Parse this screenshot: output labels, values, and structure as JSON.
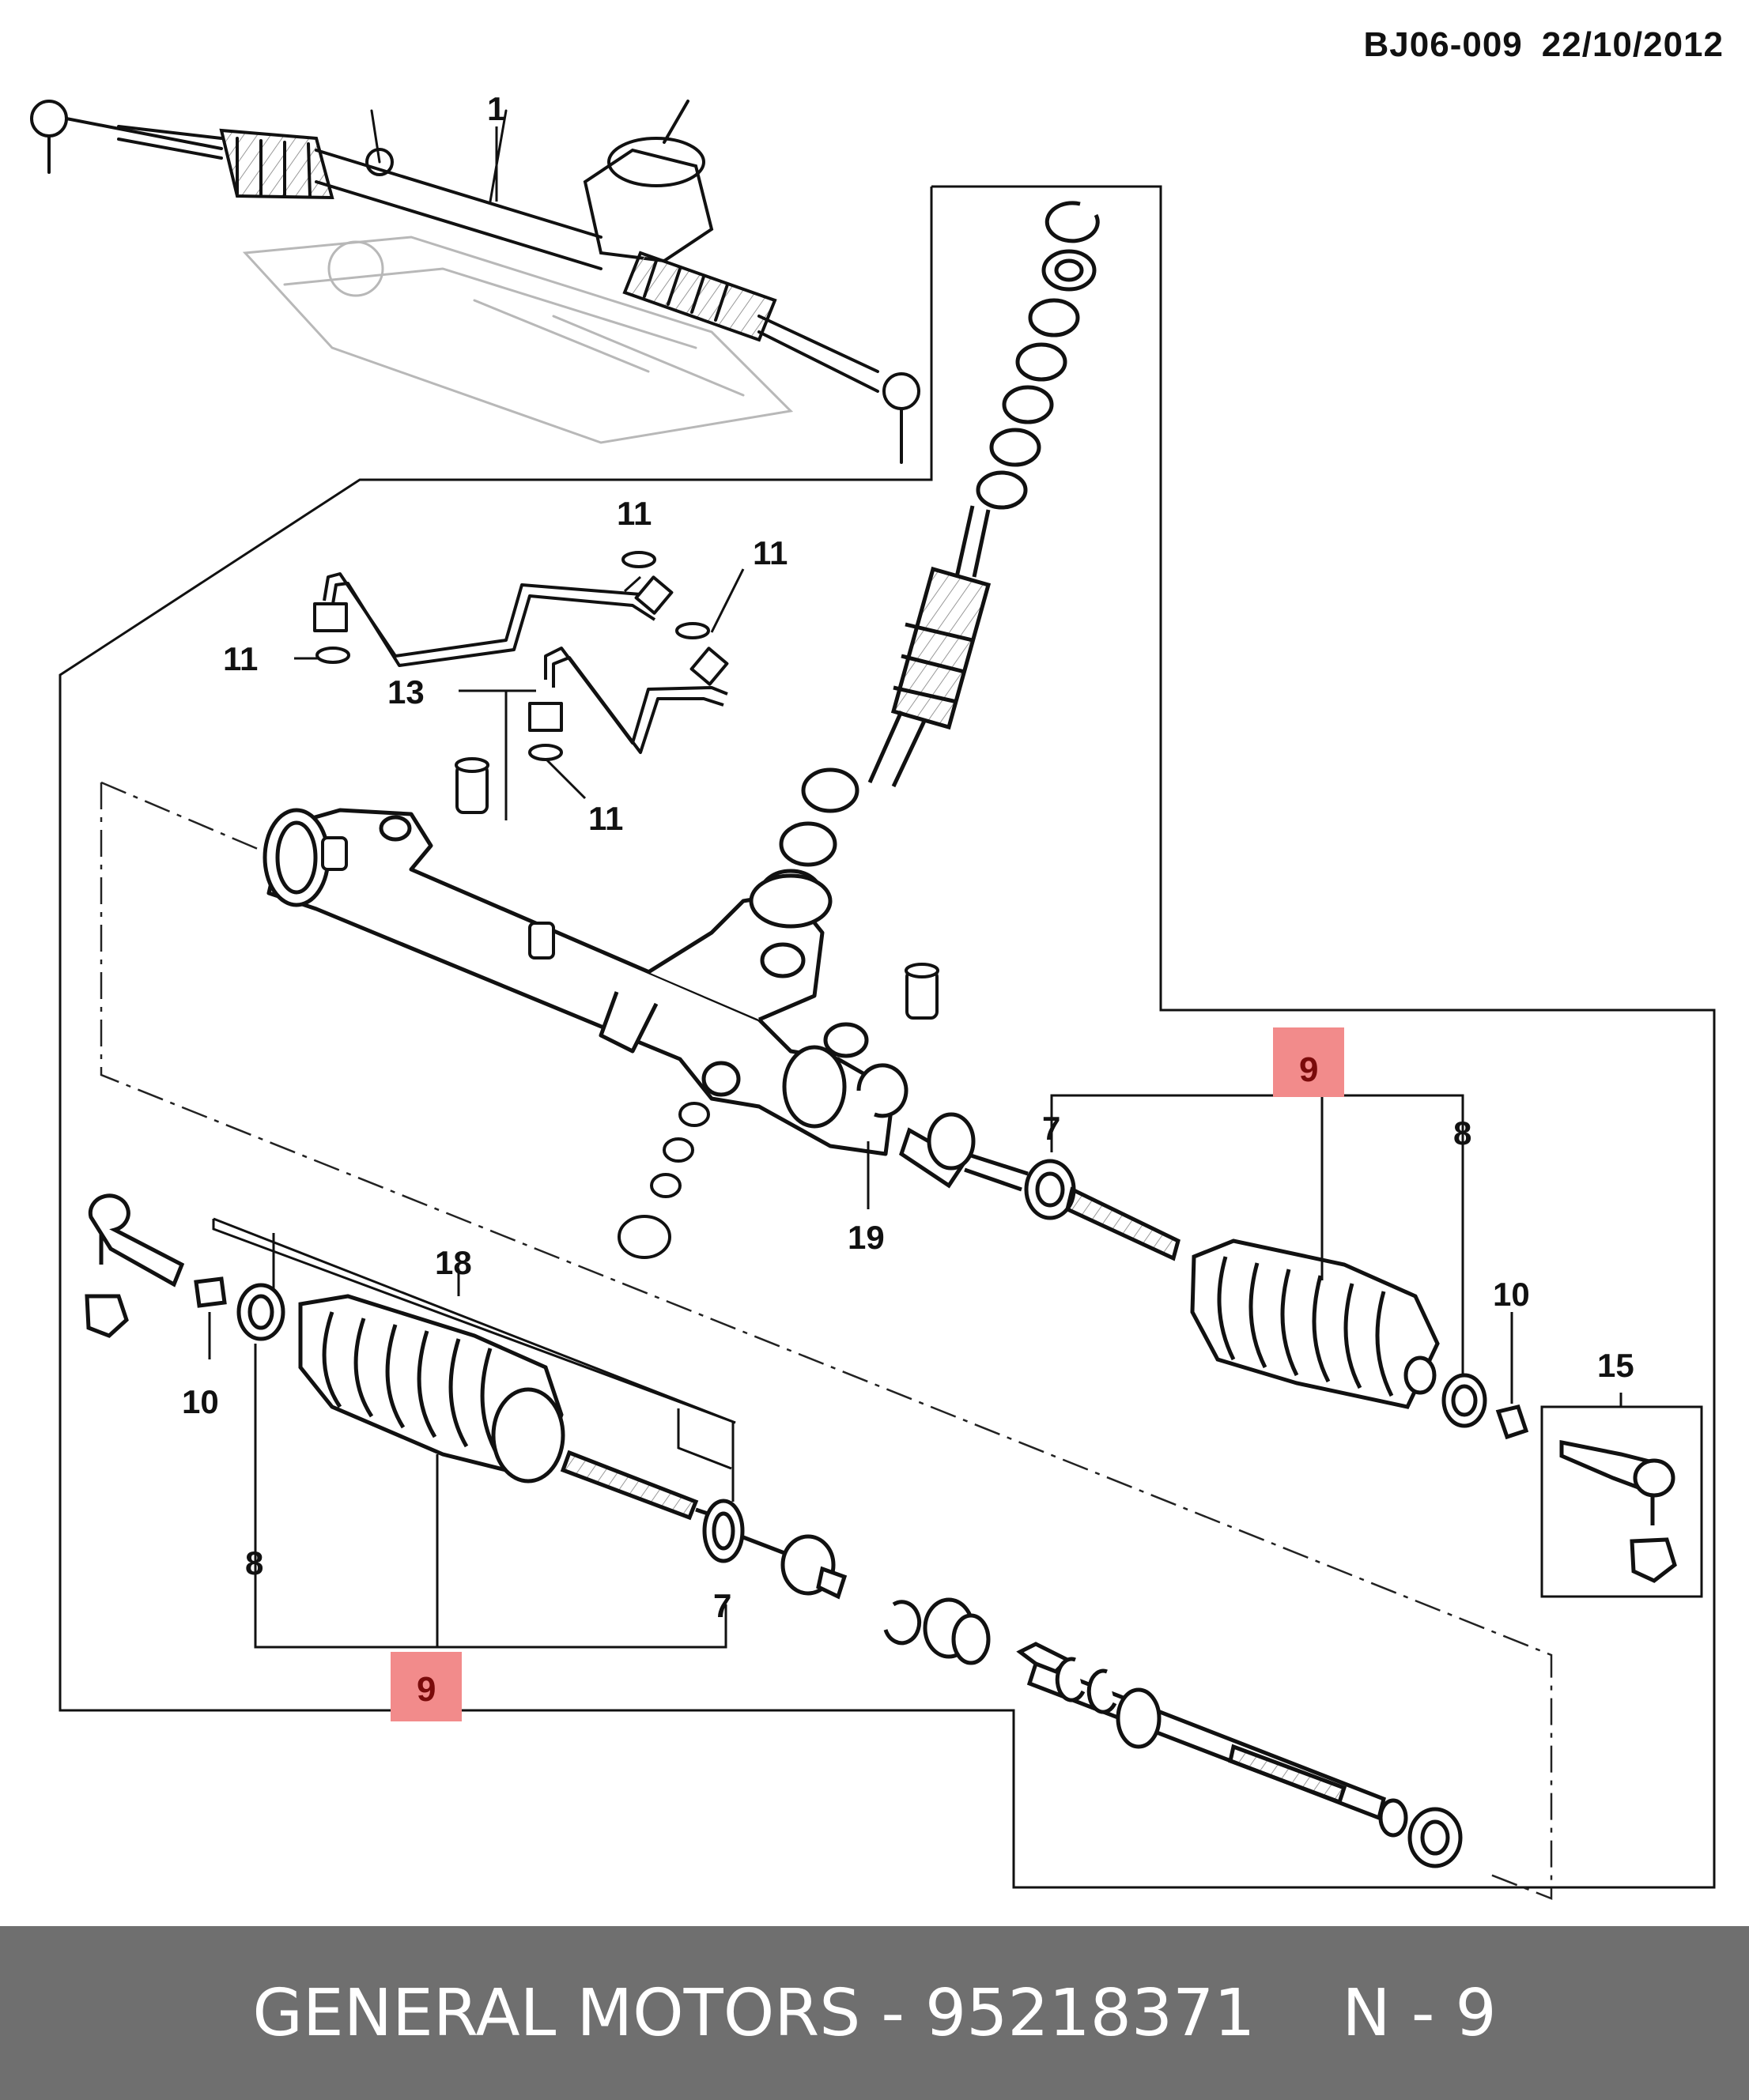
{
  "header": {
    "code": "BJ06-009",
    "date": "22/10/2012"
  },
  "callouts": {
    "c1": "1",
    "c7a": "7",
    "c7b": "7",
    "c8a": "8",
    "c8b": "8",
    "c9a": "9",
    "c9b": "9",
    "c10a": "10",
    "c10b": "10",
    "c11a": "11",
    "c11b": "11",
    "c11c": "11",
    "c11d": "11",
    "c13": "13",
    "c15": "15",
    "c18": "18",
    "c19": "19"
  },
  "highlight_color": "#f28b8b",
  "footer": {
    "brand": "GENERAL MOTORS",
    "separator": "-",
    "part_number": "95218371",
    "ref": "N - 9"
  }
}
